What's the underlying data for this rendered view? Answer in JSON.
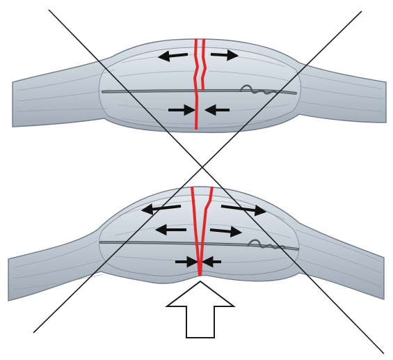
{
  "figure": {
    "panels": [
      {
        "id": "top",
        "caption": ""
      },
      {
        "id": "bottom",
        "caption": ""
      }
    ],
    "icons": [
      "diagonal-cross-lines",
      "red-fracture-line",
      "black-arrow",
      "hollow-up-arrow",
      "cerclage-wire"
    ],
    "colors": {
      "bone_fill": "#c4cdd6",
      "bone_outline": "#6f7a85",
      "callus_fill": "#cbd3db",
      "fracture": "#e0282a",
      "arrow": "#111111",
      "wire": "#5a6168",
      "cross_lines": "#1a1a1a",
      "hollow_arrow_fill": "#ffffff"
    }
  }
}
